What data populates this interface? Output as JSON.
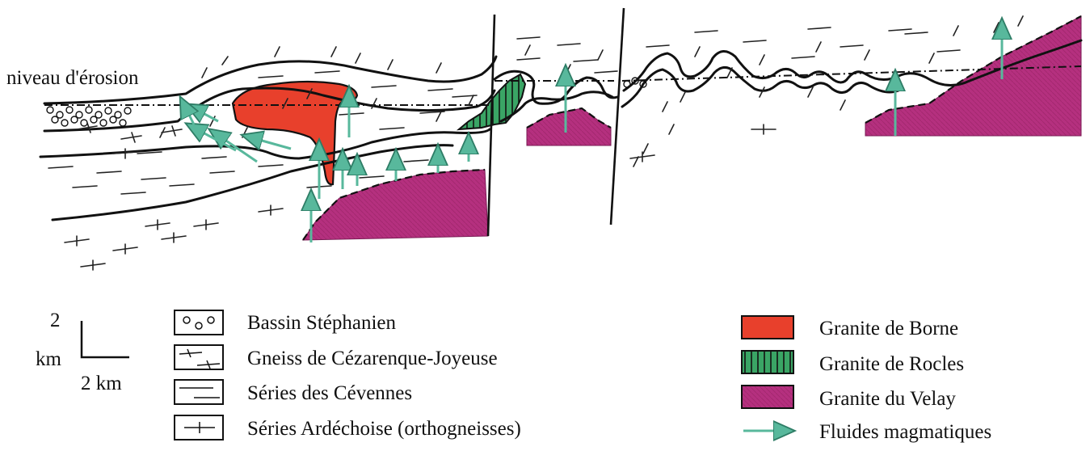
{
  "erosion_label": "niveau d'érosion",
  "scale": {
    "vertical_value": "2",
    "vertical_unit": "km",
    "horizontal": "2 km"
  },
  "legend": {
    "left": [
      {
        "label": "Bassin Stéphanien",
        "symbol": "circles-icon"
      },
      {
        "label": "Gneiss de Cézarenque-Joyeuse",
        "symbol": "gneiss-ticks-icon"
      },
      {
        "label": "Séries des Cévennes",
        "symbol": "dashes-icon"
      },
      {
        "label": "Séries Ardéchoise (orthogneisses)",
        "symbol": "cross-ticks-icon"
      }
    ],
    "right": [
      {
        "label": "Granite de Borne",
        "color": "#e8402c"
      },
      {
        "label": "Granite de Rocles",
        "color": "#2f9a5a"
      },
      {
        "label": "Granite du Velay",
        "color": "#b5307f"
      },
      {
        "label": "Fluides magmatiques",
        "color": "#58b89c"
      }
    ]
  },
  "colors": {
    "borne": "#e8402c",
    "rocles": "#2f9a5a",
    "velay": "#b5307f",
    "fluid": "#58b89c"
  }
}
